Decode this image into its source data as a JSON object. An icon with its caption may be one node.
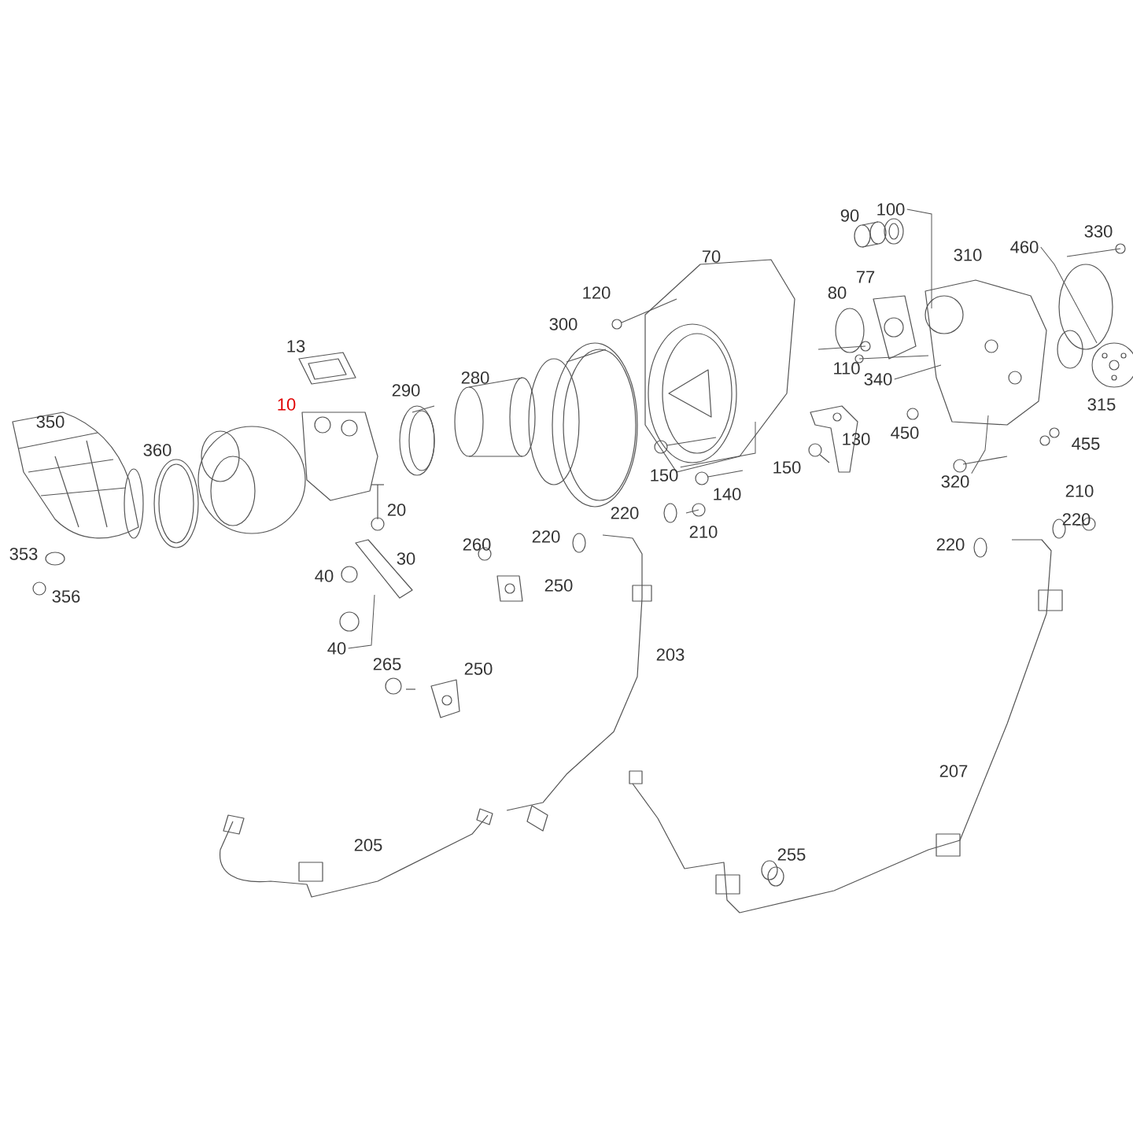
{
  "diagram": {
    "nodes": [
      {
        "text": [
          "100"
        ]
      },
      {
        "text": [
          "460"
        ]
      },
      {
        "text": [
          "340"
        ]
      },
      {
        "text": [
          "150"
        ]
      },
      {
        "text": [
          "320"
        ]
      },
      {
        "text": [
          "40"
        ]
      }
    ],
    "edges": [
      {
        "from": 0,
        "to": null,
        "arrow": "none"
      },
      {
        "from": 1,
        "to": null,
        "arrow": "none"
      },
      {
        "from": 2,
        "to": null,
        "arrow": "none"
      },
      {
        "from": 3,
        "to": null,
        "arrow": "none"
      },
      {
        "from": 4,
        "to": null,
        "arrow": "none"
      },
      {
        "from": 5,
        "to": null,
        "arrow": "none"
      }
    ],
    "labels": [
      "90",
      "330",
      "310",
      "70",
      "120",
      "77",
      "80",
      "13",
      "300",
      "10",
      "290",
      "280",
      "350",
      "360",
      "110",
      "315",
      "130",
      "450",
      "455",
      "20",
      "140",
      "150",
      "210",
      "220",
      "220",
      "220",
      "210",
      "30",
      "220",
      "260",
      "353",
      "356",
      "40",
      "250",
      "203",
      "265",
      "250",
      "207",
      "205",
      "255"
    ]
  }
}
